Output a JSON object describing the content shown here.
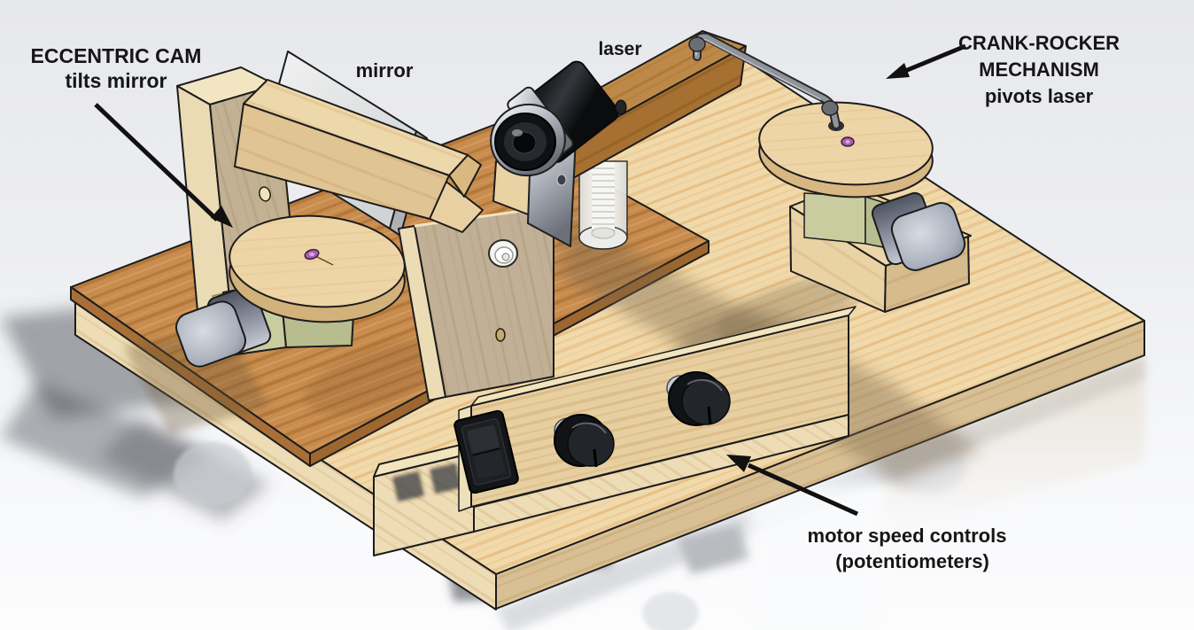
{
  "meta": {
    "title": "Laser projector mechanism - annotated CAD isometric render",
    "render_style": "SolidWorks-like shaded render with floor shadow and reflection"
  },
  "annotations": {
    "eccentric_cam": {
      "line1": "ECCENTRIC CAM",
      "line2": "tilts mirror",
      "target": "eccentric cam disc",
      "has_arrow": true
    },
    "mirror": {
      "label": "mirror",
      "has_arrow": false
    },
    "laser": {
      "label": "laser",
      "has_arrow": false
    },
    "crank_rocker": {
      "line1": "CRANK-ROCKER",
      "line2": "MECHANISM",
      "line3": "pivots laser",
      "target": "crank disc",
      "has_arrow": true
    },
    "motor_controls": {
      "line1": "motor speed controls",
      "line2": "(potentiometers)",
      "target": "control panel",
      "has_arrow": true
    }
  },
  "components": [
    "pine base board",
    "stained sub-board",
    "upright pivot panel",
    "mirror",
    "mirror rocker beam",
    "support wedge",
    "eccentric cam disc",
    "cam gearmotor",
    "middle support block",
    "threaded pivot post",
    "laser arm",
    "laser module",
    "connecting rod",
    "crank disc",
    "crank gearmotor",
    "motor riser block",
    "control panel",
    "power rocker switch",
    "speed potentiometer knob left",
    "speed potentiometer knob right"
  ],
  "colors": {
    "background_top": "#e7e8ec",
    "background_bottom": "#fcfcfd",
    "pine_wood": "#f0d9ab",
    "pine_grain": "#e2ab64",
    "stained_wood": "#c78c4e",
    "walnut_arm": "#a57031",
    "olive_gearbox": "#c3c59a",
    "motor_metal": "#9aa0ae",
    "mirror_gray": "#dfe2e3",
    "laser_black": "#141414",
    "aluminum": "#aeb3bc",
    "screw_purple": "#a85fae",
    "label_text": "#161616",
    "arrow": "#111111"
  }
}
